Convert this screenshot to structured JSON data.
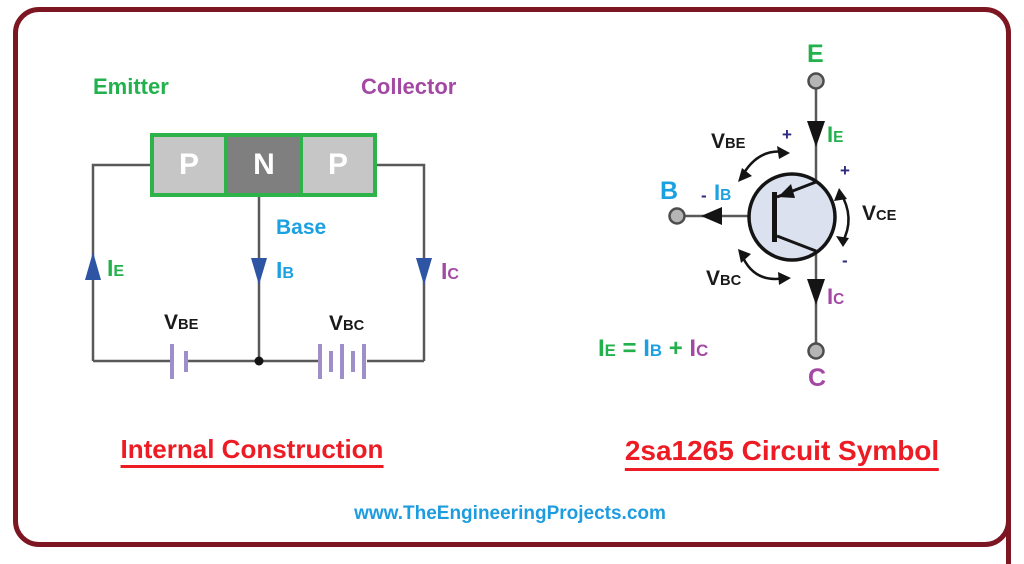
{
  "left_panel": {
    "title": "Internal Construction",
    "emitter_label": "Emitter",
    "collector_label": "Collector",
    "base_label": "Base",
    "regions": [
      "P",
      "N",
      "P"
    ],
    "currents": {
      "ie": {
        "main": "I",
        "sub": "E"
      },
      "ib": {
        "main": "I",
        "sub": "B"
      },
      "ic": {
        "main": "I",
        "sub": "C"
      }
    },
    "sources": {
      "vbe": {
        "main": "V",
        "sub": "BE"
      },
      "vbc": {
        "main": "V",
        "sub": "BC"
      }
    }
  },
  "right_panel": {
    "title": "2sa1265 Circuit Symbol",
    "terminals": {
      "emitter": "E",
      "base": "B",
      "collector": "C"
    },
    "currents": {
      "ie": {
        "main": "I",
        "sub": "E"
      },
      "ib": {
        "main": "I",
        "sub": "B"
      },
      "ic": {
        "main": "I",
        "sub": "C"
      }
    },
    "voltages": {
      "vbe": {
        "main": "V",
        "sub": "BE"
      },
      "vce": {
        "main": "V",
        "sub": "CE"
      },
      "vbc": {
        "main": "V",
        "sub": "BC"
      }
    },
    "signs": {
      "vbe_plus": "+",
      "vce_plus": "+",
      "ib_minus": "-",
      "vce_minus": "-"
    },
    "equation": {
      "ie": {
        "main": "I",
        "sub": "E"
      },
      "eq": "=",
      "ib": {
        "main": "I",
        "sub": "B"
      },
      "plus": "+",
      "ic": {
        "main": "I",
        "sub": "C"
      }
    }
  },
  "footer": {
    "website": "www.TheEngineeringProjects.com"
  },
  "colors": {
    "border_maroon": "#7c1622",
    "emitter_green": "#22b14c",
    "collector_purple": "#a349a4",
    "base_blue": "#1ba1e2",
    "current_arrow_navy": "#2e54a4",
    "sign_navy": "#2e2a80",
    "title_red": "#ed1c24",
    "website_blue": "#1e9ce0",
    "wire_gray": "#595959",
    "battery_purple": "#9e8fc9",
    "p_region_gray": "#c6c6c6",
    "n_region_gray": "#7f7f7f",
    "pnp_border_green": "#2eb34a",
    "transistor_fill": "#dce1ef"
  }
}
